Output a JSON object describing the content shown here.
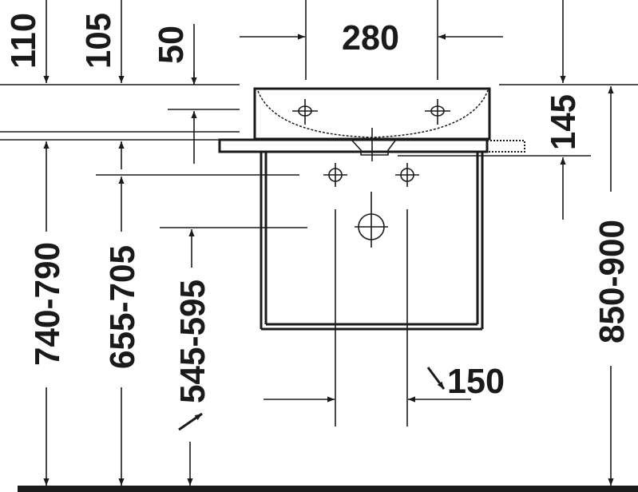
{
  "title": "Washbasin with console installation dimensions",
  "dimensions": {
    "top_110": "110",
    "top_105": "105",
    "top_50": "50",
    "width_280": "280",
    "right_145": "145",
    "height_740_790": "740-790",
    "height_655_705": "655-705",
    "height_545_595": "545-595",
    "height_850_900": "850-900",
    "spacing_150": "150"
  },
  "colors": {
    "line": "#1a1a1a",
    "background": "#ffffff"
  }
}
